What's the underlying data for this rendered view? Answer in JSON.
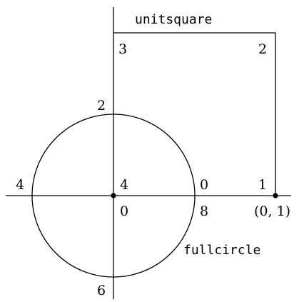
{
  "diagram": {
    "shapes": {
      "square_name": "unitsquare",
      "circle_name": "fullcircle"
    },
    "square_labels": {
      "top_left": "3",
      "top_right": "2",
      "bottom_right": "1"
    },
    "circle_labels": {
      "top": "2",
      "left": "4",
      "right": "0",
      "bottom": "6",
      "center_upper": "4",
      "center_lower": "0",
      "right_lower": "8"
    },
    "point_label": "(0, 1)",
    "colors": {
      "ink": "#000000",
      "background": "#ffffff"
    }
  }
}
